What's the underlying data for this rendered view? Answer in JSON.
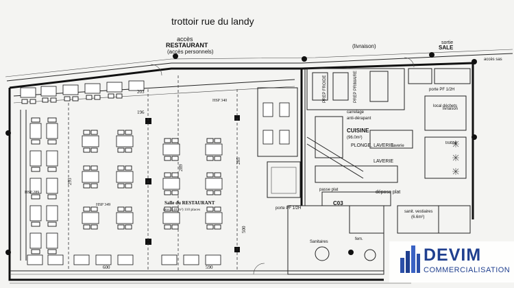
{
  "street": "trottoir rue du landy",
  "labels": {
    "acces": "accès",
    "restaurant": "RESTAURANT",
    "acces_personnels": "(accès personnels)",
    "livraison": "(livraison)",
    "sortie": "sortie",
    "sale": "SALE",
    "hsp_top": "HSP 340",
    "hsp_mid": "HSP 349",
    "hsp_left": "HSP 289",
    "salle": "Salle du RESTAURANT",
    "salle_sub": "(env. 148 m²) 110 places",
    "cuisine": "CUISINE",
    "cuisine_area": "(96.0m²)",
    "plonge": "PLONGE, LAVERIE",
    "laverie": "laverie",
    "laverie2": "LAVERIE",
    "prep_froide": "PREP FROIDE",
    "prep_primaire": "PREP PRIMAIRE",
    "carrelage": "carrelage",
    "anti_derapant": "anti-dérapant",
    "depose_plat": "dépose plat",
    "passe_plat": "passe plat",
    "porte_pf": "porte PF 1/2H",
    "porte_pf2": "porte PF 1/2H",
    "c03": "C03",
    "sanit": "sanit. vestiaires",
    "sanit_area": "(6.6m²)",
    "sanitaires": "Sanitaires",
    "fem": "fem.",
    "dechets": "local déchets",
    "livraison_r": "livraison",
    "trottoir_r": "trottoir",
    "acces_right": "accès sas",
    "dim_a": "203",
    "dim_b": "196",
    "dim_c": "293",
    "dim_d": "289",
    "dim_e": "285",
    "dim_f": "600",
    "dim_g": "590",
    "dim_h": "500"
  },
  "logo": {
    "brand": "DEVIM",
    "sub": "COMMERCIALISATION"
  },
  "colors": {
    "brand": "#1f3f8f",
    "ink": "#111111",
    "paper": "#f4f4f2"
  }
}
